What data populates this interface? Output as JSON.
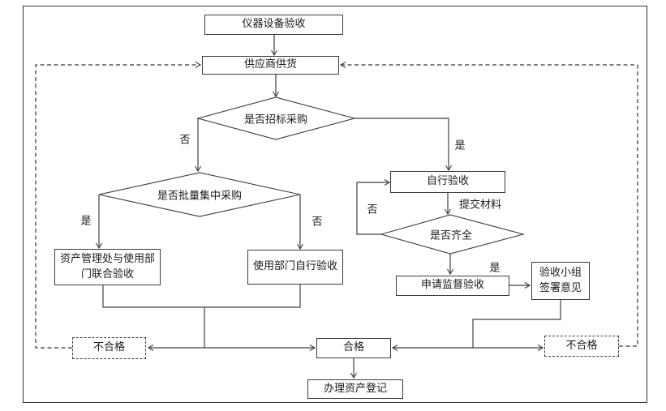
{
  "nodes": {
    "start": {
      "label": "仪器设备验收"
    },
    "supplier": {
      "label": "供应商供货"
    },
    "d1": {
      "label": "是否招标采购"
    },
    "d2": {
      "label": "是否批量集中采购"
    },
    "joint": {
      "label": "资产管理处与使用部\n门联合验收"
    },
    "dept": {
      "label": "使用部门自行验收"
    },
    "self": {
      "label": "自行验收"
    },
    "d3": {
      "label": "是否齐全"
    },
    "apply": {
      "label": "申请监督验收"
    },
    "team": {
      "label": "验收小组\n签署意见"
    },
    "fail_left": {
      "label": "不合格"
    },
    "fail_right": {
      "label": "不合格"
    },
    "pass": {
      "label": "合格"
    },
    "register": {
      "label": "办理资产登记"
    }
  },
  "edge_labels": {
    "d1_no": "否",
    "d1_yes": "是",
    "d2_yes": "是",
    "d2_no": "否",
    "submit": "提交材料",
    "d3_no": "否",
    "d3_yes": "是"
  },
  "colors": {
    "line": "#3f3f3f",
    "background": "#ffffff"
  }
}
